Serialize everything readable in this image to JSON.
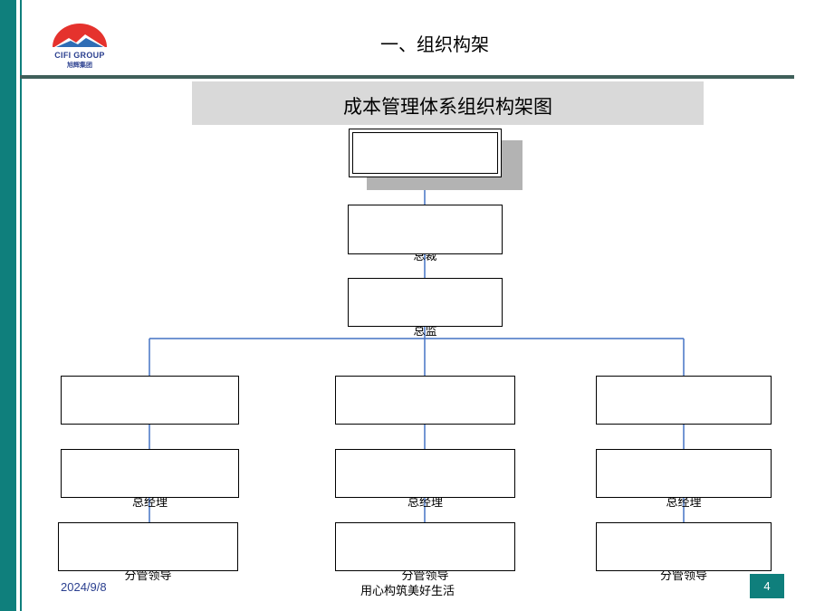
{
  "logo": {
    "brand": "CIFI GROUP",
    "sub": "旭辉集团"
  },
  "slide": {
    "title": "一、组织构架"
  },
  "chart": {
    "title": "成本管理体系组织构架图",
    "nodes": {
      "top": "",
      "level2": "总裁",
      "level3": "总监",
      "branch_left": {
        "a": "",
        "b": "总经理",
        "c": "分管领导"
      },
      "branch_mid": {
        "a": "",
        "b": "总经理",
        "c": "分管领导"
      },
      "branch_right": {
        "a": "",
        "b": "总经理",
        "c": "分管领导"
      }
    }
  },
  "footer": {
    "date": "2024/9/8",
    "slogan": "用心构筑美好生活",
    "page": "4"
  },
  "colors": {
    "accent": "#0f7f7c",
    "connector": "#4472c4",
    "banner": "#d9d9d9"
  }
}
